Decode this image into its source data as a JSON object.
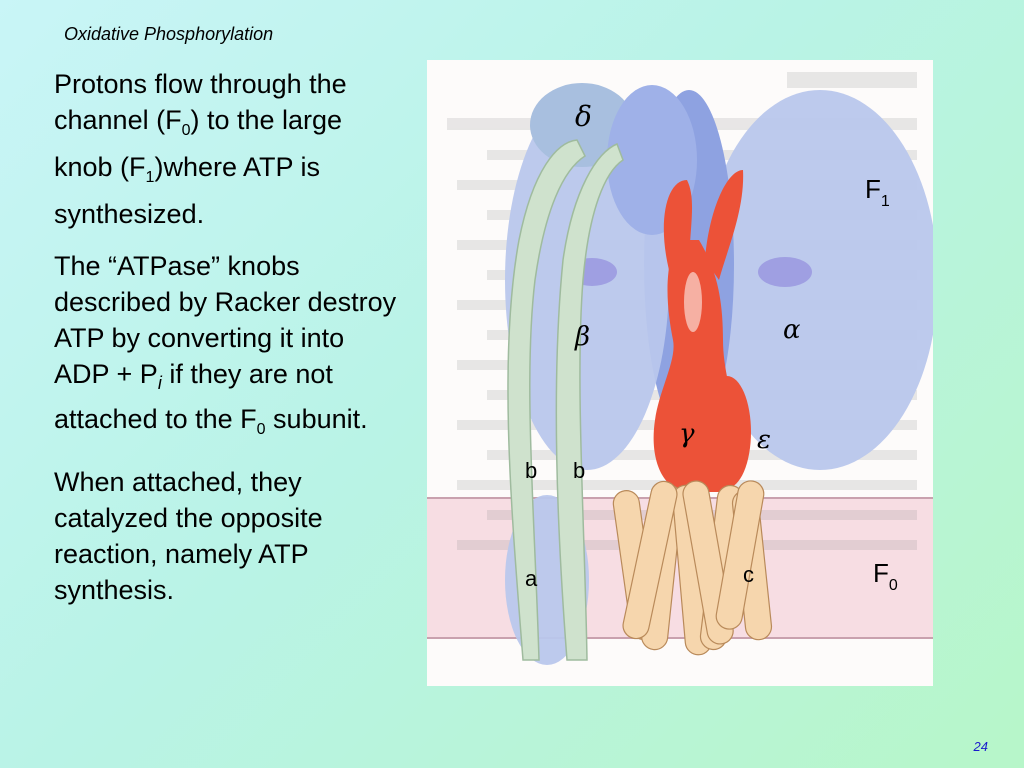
{
  "slide": {
    "title": "Oxidative Phosphorylation",
    "page_number": "24"
  },
  "paragraphs": {
    "p1": {
      "a": "Protons flow through the channel (F",
      "sub1": "0",
      "b": ") to the large knob (F",
      "sub2": "1",
      "c": ")where ATP is synthesized."
    },
    "p2": {
      "a": "The “ATPase” knobs described by Racker destroy ATP by converting it into ADP + P",
      "italic": "i",
      "b": " if they are not attached to the F",
      "sub": "0",
      "c": " subunit."
    },
    "p3": {
      "text": "When attached, they catalyzed the opposite reaction, namely ATP synthesis."
    }
  },
  "figure": {
    "labels": {
      "delta": "δ",
      "beta": "β",
      "alpha": "α",
      "gamma": "γ",
      "epsilon": "ε",
      "b_left": "b",
      "b_right": "b",
      "a": "a",
      "c": "c",
      "F1_base": "F",
      "F1_sub": "1",
      "F0_base": "F",
      "F0_sub": "0"
    },
    "colors": {
      "subunit_blue": "#b9c7ec",
      "subunit_blue_dark": "#6f88d6",
      "oval_purple": "#9f9fe2",
      "gamma_red": "#ec5238",
      "b_green": "#cfe2cd",
      "c_ring_tan": "#f6d6ad",
      "membrane_pink": "#f7dde3"
    }
  }
}
